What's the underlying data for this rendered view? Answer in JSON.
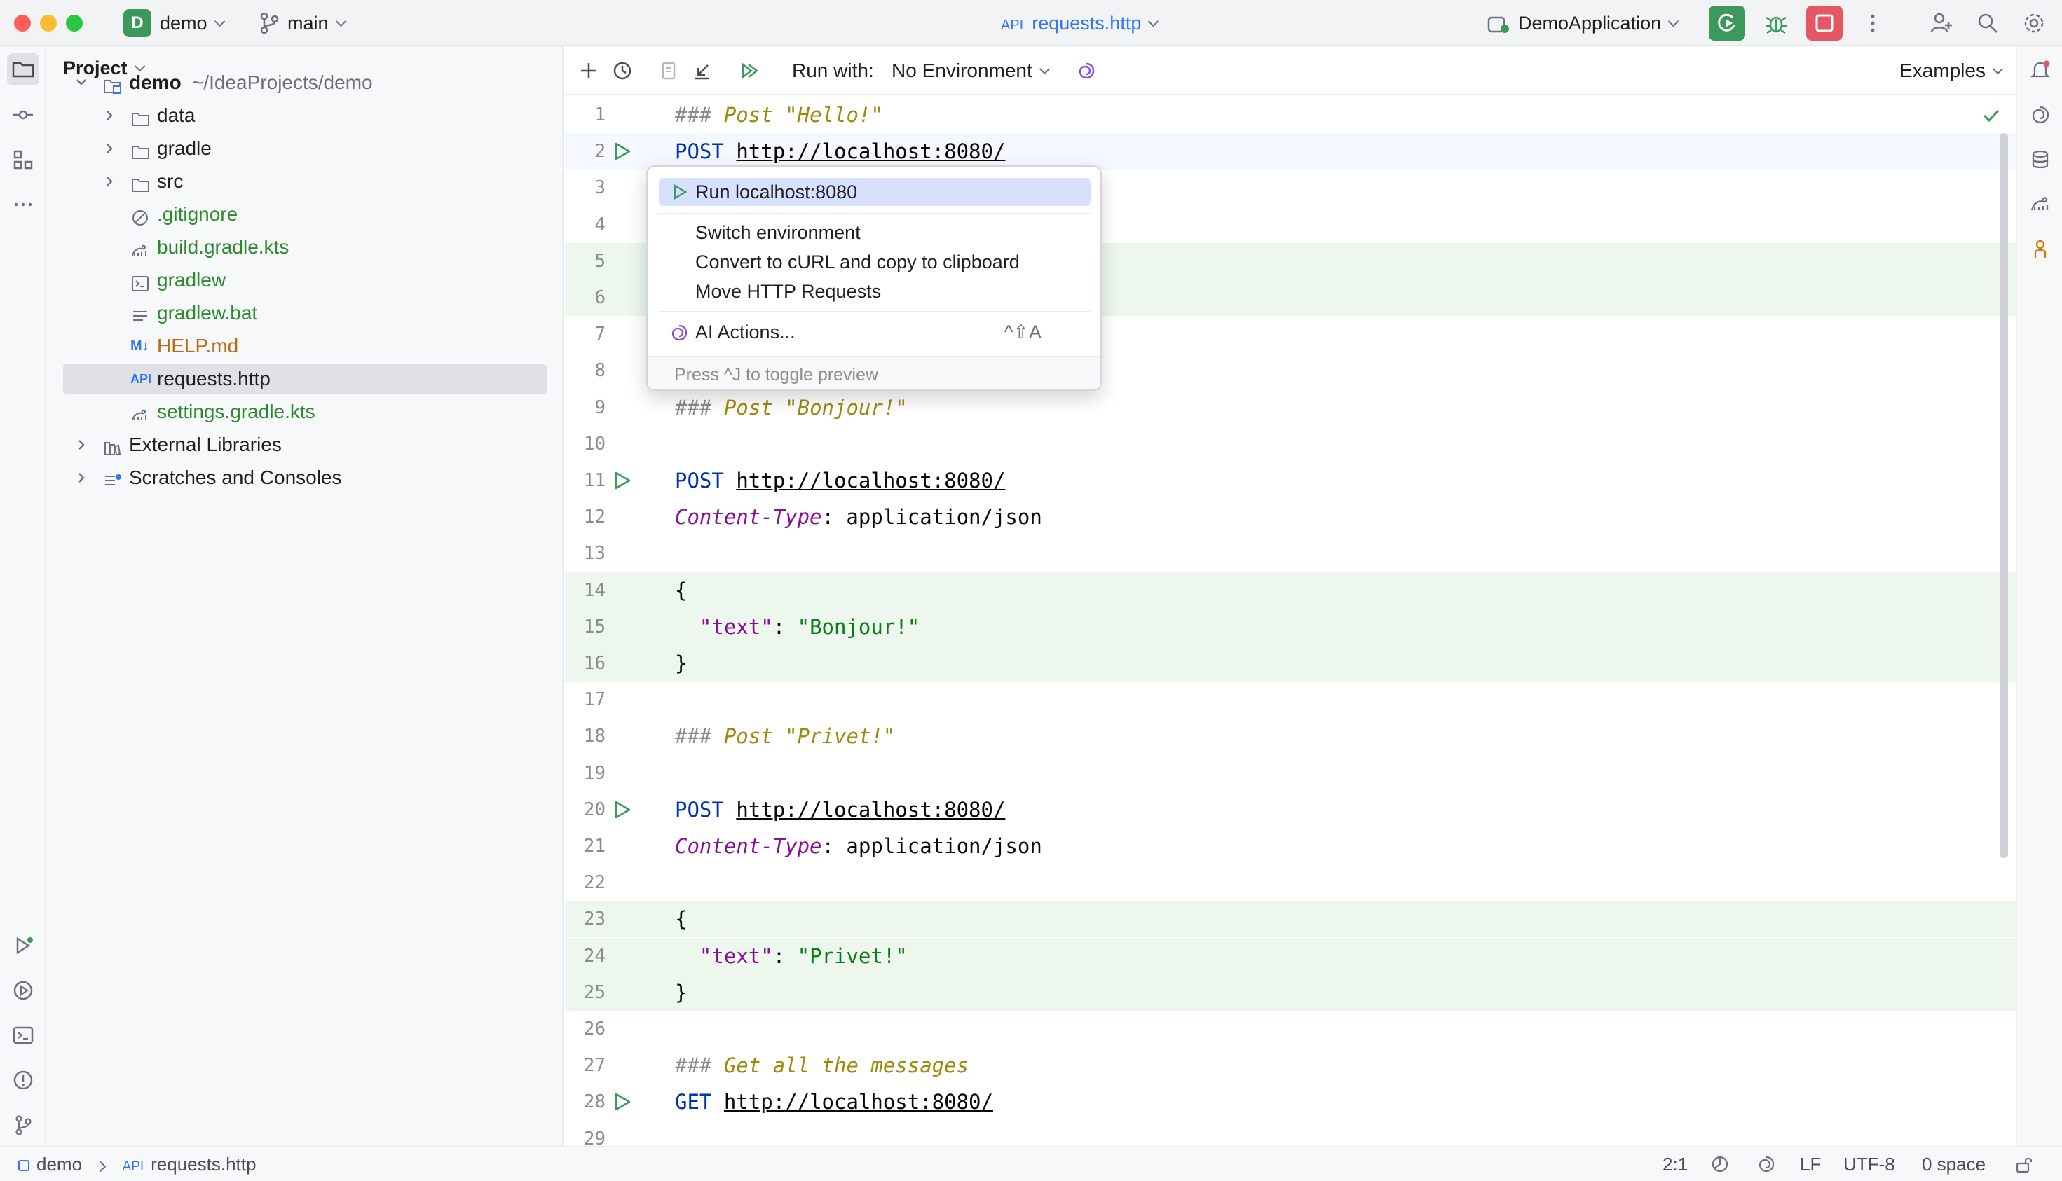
{
  "titlebar": {
    "project_badge": "D",
    "project_name": "demo",
    "branch": "main",
    "file_type_badge": "API",
    "file_name": "requests.http",
    "run_config": "DemoApplication",
    "colors": {
      "run": "#3b9a5b",
      "stop": "#e55765"
    }
  },
  "project_panel": {
    "title": "Project",
    "items": [
      {
        "label": "demo",
        "path": "~/IdeaProjects/demo",
        "icon": "module-folder-icon"
      },
      {
        "label": "data",
        "icon": "folder-icon"
      },
      {
        "label": "gradle",
        "icon": "folder-icon"
      },
      {
        "label": "src",
        "icon": "folder-icon"
      },
      {
        "label": ".gitignore",
        "icon": "ignore-file-icon"
      },
      {
        "label": "build.gradle.kts",
        "icon": "gradle-file-icon"
      },
      {
        "label": "gradlew",
        "icon": "shell-script-icon"
      },
      {
        "label": "gradlew.bat",
        "icon": "text-file-icon"
      },
      {
        "label": "HELP.md",
        "icon": "markdown-icon",
        "badge": "M↓"
      },
      {
        "label": "requests.http",
        "icon": "http-file-icon",
        "badge": "API"
      },
      {
        "label": "settings.gradle.kts",
        "icon": "gradle-file-icon"
      },
      {
        "label": "External Libraries",
        "icon": "libraries-icon"
      },
      {
        "label": "Scratches and Consoles",
        "icon": "scratches-icon"
      }
    ]
  },
  "editor_toolbar": {
    "run_with_label": "Run with:",
    "environment": "No Environment",
    "examples": "Examples"
  },
  "editor": {
    "lines": [
      {
        "n": "1",
        "text": "### Post \"Hello!\""
      },
      {
        "n": "2",
        "text": "POST http://localhost:8080/"
      },
      {
        "n": "3",
        "text": ""
      },
      {
        "n": "4",
        "text": ""
      },
      {
        "n": "5",
        "text": ""
      },
      {
        "n": "6",
        "text": ""
      },
      {
        "n": "7",
        "text": ""
      },
      {
        "n": "8",
        "text": ""
      },
      {
        "n": "9",
        "text": "### Post \"Bonjour!\""
      },
      {
        "n": "10",
        "text": ""
      },
      {
        "n": "11",
        "text": "POST http://localhost:8080/"
      },
      {
        "n": "12",
        "text": "Content-Type: application/json"
      },
      {
        "n": "13",
        "text": ""
      },
      {
        "n": "14",
        "text": "{"
      },
      {
        "n": "15",
        "text": "  \"text\": \"Bonjour!\""
      },
      {
        "n": "16",
        "text": "}"
      },
      {
        "n": "17",
        "text": ""
      },
      {
        "n": "18",
        "text": "### Post \"Privet!\""
      },
      {
        "n": "19",
        "text": ""
      },
      {
        "n": "20",
        "text": "POST http://localhost:8080/"
      },
      {
        "n": "21",
        "text": "Content-Type: application/json"
      },
      {
        "n": "22",
        "text": ""
      },
      {
        "n": "23",
        "text": "{"
      },
      {
        "n": "24",
        "text": "  \"text\": \"Privet!\""
      },
      {
        "n": "25",
        "text": "}"
      },
      {
        "n": "26",
        "text": ""
      },
      {
        "n": "27",
        "text": "### Get all the messages"
      },
      {
        "n": "28",
        "text": "GET http://localhost:8080/"
      },
      {
        "n": "29",
        "text": ""
      }
    ]
  },
  "popup": {
    "items": [
      {
        "label": "Run localhost:8080",
        "shortcut": ""
      },
      {
        "label": "Switch environment",
        "shortcut": ""
      },
      {
        "label": "Convert to cURL and copy to clipboard",
        "shortcut": ""
      },
      {
        "label": "Move HTTP Requests",
        "shortcut": ""
      },
      {
        "label": "AI Actions...",
        "shortcut": "^⇧A"
      }
    ],
    "footer": "Press ^J to toggle preview"
  },
  "statusbar": {
    "project": "demo",
    "file_badge": "API",
    "file": "requests.http",
    "position": "2:1",
    "line_separator": "LF",
    "encoding": "UTF-8",
    "indent": "0 space"
  }
}
